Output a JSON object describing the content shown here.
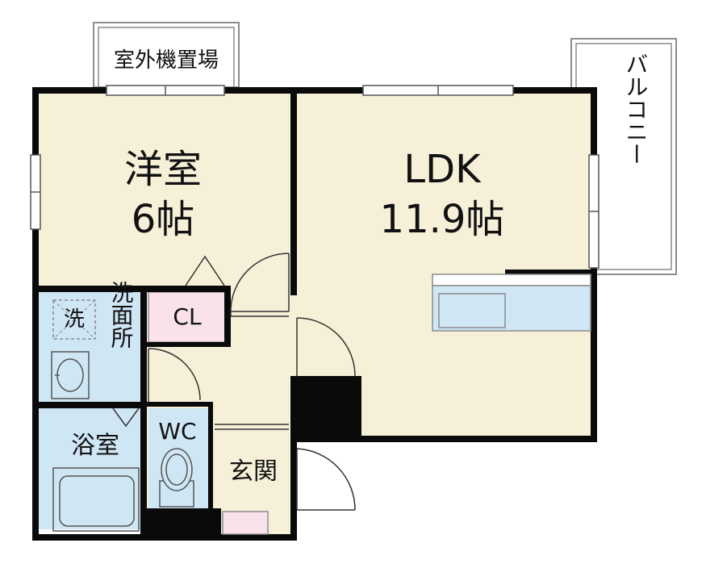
{
  "colors": {
    "wall": "#0a0a0a",
    "floor_living": "#f7f0d9",
    "floor_wet": "#cfe6f5",
    "floor_cl": "#f9e2ea",
    "outline": "#9a9a9a",
    "exterior": "#ffffff"
  },
  "rooms": {
    "outdoor_unit": {
      "label": "室外機置場"
    },
    "western_room": {
      "name": "洋室",
      "size": "6帖"
    },
    "ldk": {
      "name": "LDK",
      "size": "11.9帖"
    },
    "balcony": {
      "label": "バルコニー"
    },
    "closet": {
      "label": "CL"
    },
    "washer": {
      "label": "洗"
    },
    "washroom": {
      "label": "洗面所"
    },
    "bathroom": {
      "label": "浴室"
    },
    "toilet": {
      "label": "WC"
    },
    "entrance": {
      "label": "玄関"
    }
  }
}
